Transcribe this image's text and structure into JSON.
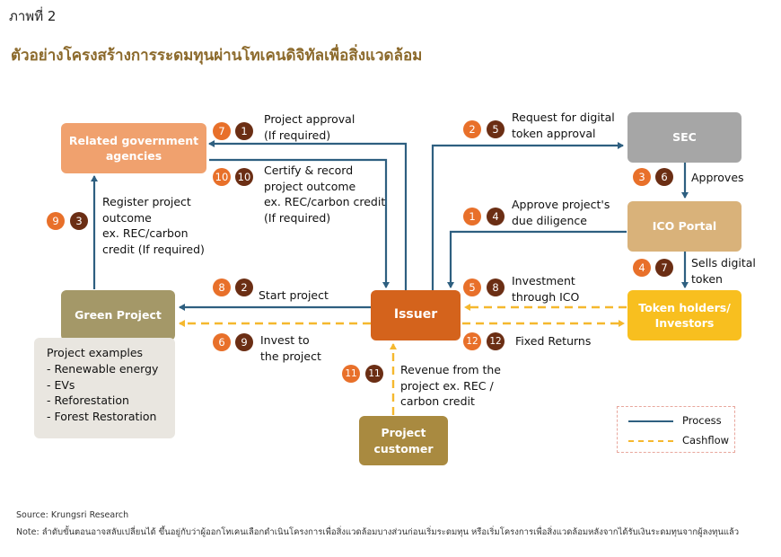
{
  "figure": {
    "label": "ภาพที่ 2",
    "title": "ตัวอย่างโครงสร้างการระดมทุนผ่านโทเคนดิจิทัลเพื่อสิ่งแวดล้อม"
  },
  "nodes": {
    "agencies": "Related government\nagencies",
    "sec": "SEC",
    "ico": "ICO Portal",
    "green": "Green Project",
    "issuer": "Issuer",
    "token": "Token holders/\nInvestors",
    "customer": "Project\ncustomer"
  },
  "edges": {
    "project_approval": {
      "text": "Project approval\n(If required)",
      "process": "7",
      "cash": "1"
    },
    "certify": {
      "text": "Certify & record\nproject outcome\nex. REC/carbon credit\n(If required)",
      "process": "10",
      "cash": "10"
    },
    "register": {
      "text": "Register project\noutcome\nex. REC/carbon\ncredit (If required)",
      "process": "9",
      "cash": "3"
    },
    "request_token": {
      "text": "Request for digital\ntoken approval",
      "process": "2",
      "cash": "5"
    },
    "approves": {
      "text": "Approves",
      "process": "3",
      "cash": "6"
    },
    "due_diligence": {
      "text": "Approve project's\ndue diligence",
      "process": "1",
      "cash": "4"
    },
    "sells_token": {
      "text": "Sells digital\ntoken",
      "process": "4",
      "cash": "7"
    },
    "start_project": {
      "text": "Start project",
      "process": "8",
      "cash": "2"
    },
    "invest_project": {
      "text": "Invest to\nthe project",
      "process": "6",
      "cash": "9"
    },
    "investment_ico": {
      "text": "Investment\nthrough ICO",
      "process": "5",
      "cash": "8"
    },
    "fixed_returns": {
      "text": "Fixed Returns",
      "process": "12",
      "cash": "12"
    },
    "revenue": {
      "text": "Revenue from the\nproject ex. REC /\ncarbon credit",
      "process": "11",
      "cash": "11"
    }
  },
  "examples": {
    "heading": "Project examples",
    "items": [
      "- Renewable energy",
      "- EVs",
      "- Reforestation",
      "- Forest Restoration"
    ]
  },
  "legend": {
    "process": "Process",
    "cashflow": "Cashflow"
  },
  "footer": {
    "source": "Source: Krungsri Research",
    "note": "Note: ลำดับขั้นตอนอาจสลับเปลี่ยนได้ ขึ้นอยู่กับว่าผู้ออกโทเคนเลือกดำเนินโครงการเพื่อสิ่งแวดล้อมบางส่วนก่อนเริ่มระดมทุน หรือเริ่มโครงการเพื่อสิ่งแวดล้อมหลังจากได้รับเงินระดมทุนจากผู้ลงทุนแล้ว"
  },
  "colors": {
    "process_line": "#2e5f80",
    "cashflow_line": "#f5b82e",
    "badge_light": "#e8702a",
    "badge_dark": "#6b2e14",
    "agencies": "#f0a16e",
    "sec": "#a6a6a6",
    "ico": "#d9b27a",
    "green": "#a49868",
    "issuer": "#d4631c",
    "token": "#f8bf1f",
    "customer": "#a98a40",
    "title": "#8c6a2c"
  }
}
